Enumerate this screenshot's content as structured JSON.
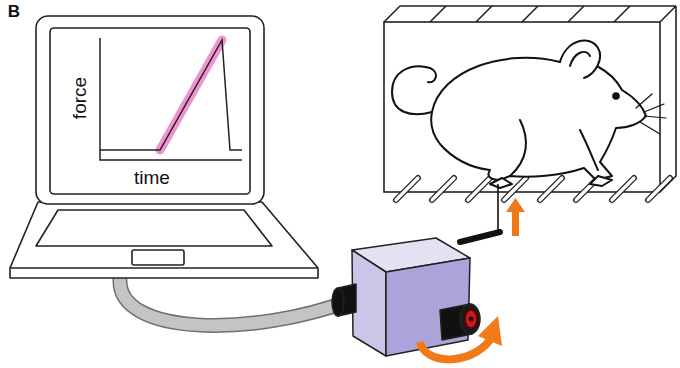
{
  "diagram": {
    "labels": [
      "B",
      "force",
      "time"
    ]
  }
}
